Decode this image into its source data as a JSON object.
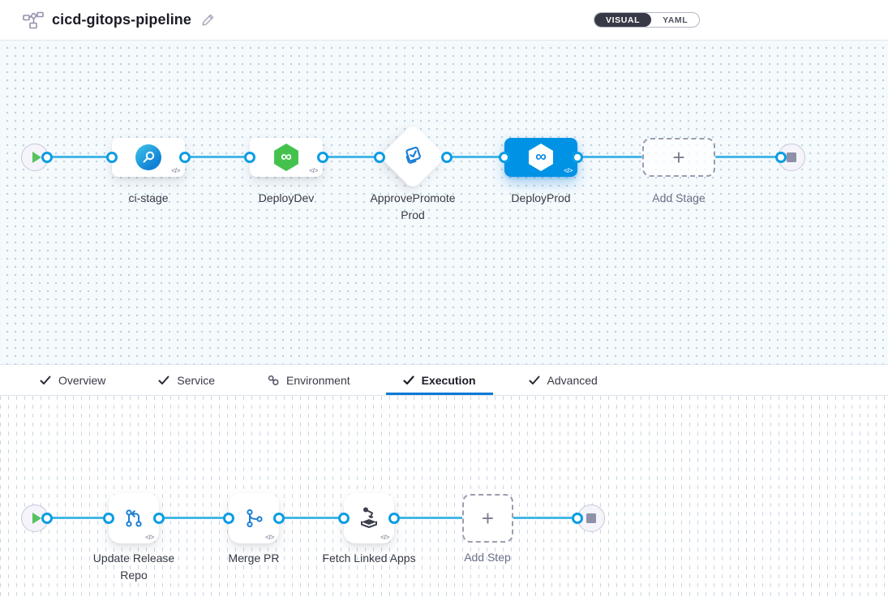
{
  "header": {
    "title": "cicd-gitops-pipeline",
    "mode_toggle": {
      "visual_label": "VISUAL",
      "yaml_label": "YAML",
      "selected": "VISUAL"
    }
  },
  "colors": {
    "accent_blue": "#0278d5",
    "selected_stage_blue": "#0092e4",
    "connector_blue": "#45b7e8",
    "cd_green": "#45c24e",
    "play_green": "#57c15e",
    "canvas_dot": "#bccfdd"
  },
  "code_badge": "</>",
  "pipeline": {
    "stages": [
      {
        "label": "ci-stage",
        "type": "ci",
        "icon": "ci-build-icon",
        "selected": false
      },
      {
        "label": "DeployDev",
        "type": "cd",
        "icon": "cd-hexagon-icon",
        "selected": false
      },
      {
        "label": "ApprovePromoteProd",
        "type": "approval",
        "icon": "approval-check-icon",
        "selected": false
      },
      {
        "label": "DeployProd",
        "type": "cd",
        "icon": "cd-hexagon-icon",
        "selected": true
      }
    ],
    "add_stage_label": "Add Stage",
    "cd_glyph": "∞"
  },
  "tabs": [
    {
      "label": "Overview",
      "icon": "check-icon",
      "active": false
    },
    {
      "label": "Service",
      "icon": "check-icon",
      "active": false
    },
    {
      "label": "Environment",
      "icon": "environment-icon",
      "active": false
    },
    {
      "label": "Execution",
      "icon": "check-icon",
      "active": true
    },
    {
      "label": "Advanced",
      "icon": "check-icon",
      "active": false
    }
  ],
  "execution": {
    "steps": [
      {
        "label": "Update Release Repo",
        "icon": "git-pull-request-icon"
      },
      {
        "label": "Merge PR",
        "icon": "git-merge-icon"
      },
      {
        "label": "Fetch Linked Apps",
        "icon": "fetch-linked-apps-icon"
      }
    ],
    "add_step_label": "Add Step"
  }
}
